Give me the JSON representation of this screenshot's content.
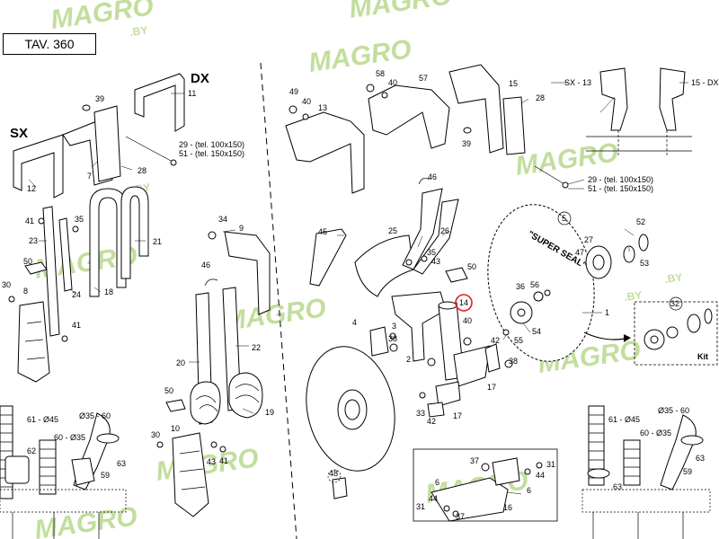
{
  "header": {
    "table_label": "TAV. 360"
  },
  "sides": {
    "left": "SX",
    "right": "DX"
  },
  "watermark": {
    "text": "MAGRO",
    "suffix": ".BY"
  },
  "bolt_sizes": {
    "left_29": "29 - (tel. 100x150)",
    "left_51": "51 - (tel. 150x150)",
    "right_29": "29 - (tel. 100x150)",
    "right_51": "51 - (tel. 150x150)"
  },
  "inset": {
    "sx13": "SX - 13",
    "dx15": "15 - DX"
  },
  "disc": {
    "brand": "\"SUPER SEAL\""
  },
  "kit": {
    "label": "Kit",
    "ref": "32"
  },
  "hoses": {
    "l61": "61 - Ø45",
    "l60": "60 - Ø35",
    "l60b": "Ø35 - 60",
    "l62": "62",
    "l63": "63",
    "l59": "59",
    "r61": "61 - Ø45",
    "r60": "60 - Ø35",
    "r60b": "Ø35 - 60",
    "r63a": "63",
    "r63b": "63",
    "r59": "59"
  },
  "highlight": {
    "ref": "14",
    "color": "#e02020"
  },
  "labels": {
    "n39a": "39",
    "n11": "11",
    "n12": "12",
    "n7": "7",
    "n28a": "28",
    "n41a": "41",
    "n35a": "35",
    "n23": "23",
    "n21": "21",
    "n50a": "50",
    "n18": "18",
    "n24": "24",
    "n30a": "30",
    "n8": "8",
    "n41b": "41",
    "n34": "34",
    "n9": "9",
    "n46a": "46",
    "n22": "22",
    "n20": "20",
    "n19": "19",
    "n50b": "50",
    "n10": "10",
    "n30b": "30",
    "n43a": "43",
    "n41c": "41",
    "n58": "58",
    "n40a": "40",
    "n49": "49",
    "n40b": "40",
    "n13": "13",
    "n57": "57",
    "n39b": "39",
    "n15": "15",
    "n28b": "28",
    "n46b": "46",
    "n45": "45",
    "n25": "25",
    "n26": "26",
    "n35b": "35",
    "n43b": "43",
    "n50c": "50",
    "n40c": "40",
    "n4": "4",
    "n3": "3",
    "n38a": "38",
    "n42a": "42",
    "n38b": "38",
    "n2": "2",
    "n17a": "17",
    "n33": "33",
    "n42b": "42",
    "n17b": "17",
    "n5": "5",
    "n27": "27",
    "n47": "47",
    "n52": "52",
    "n53": "53",
    "n36": "36",
    "n56": "56",
    "n54": "54",
    "n55": "55",
    "n1": "1",
    "n48": "48",
    "n37a": "37",
    "n31a": "31",
    "n44a": "44",
    "n6a": "6",
    "n6b": "6",
    "n44b": "44",
    "n31b": "31",
    "n37b": "37",
    "n16": "16"
  }
}
